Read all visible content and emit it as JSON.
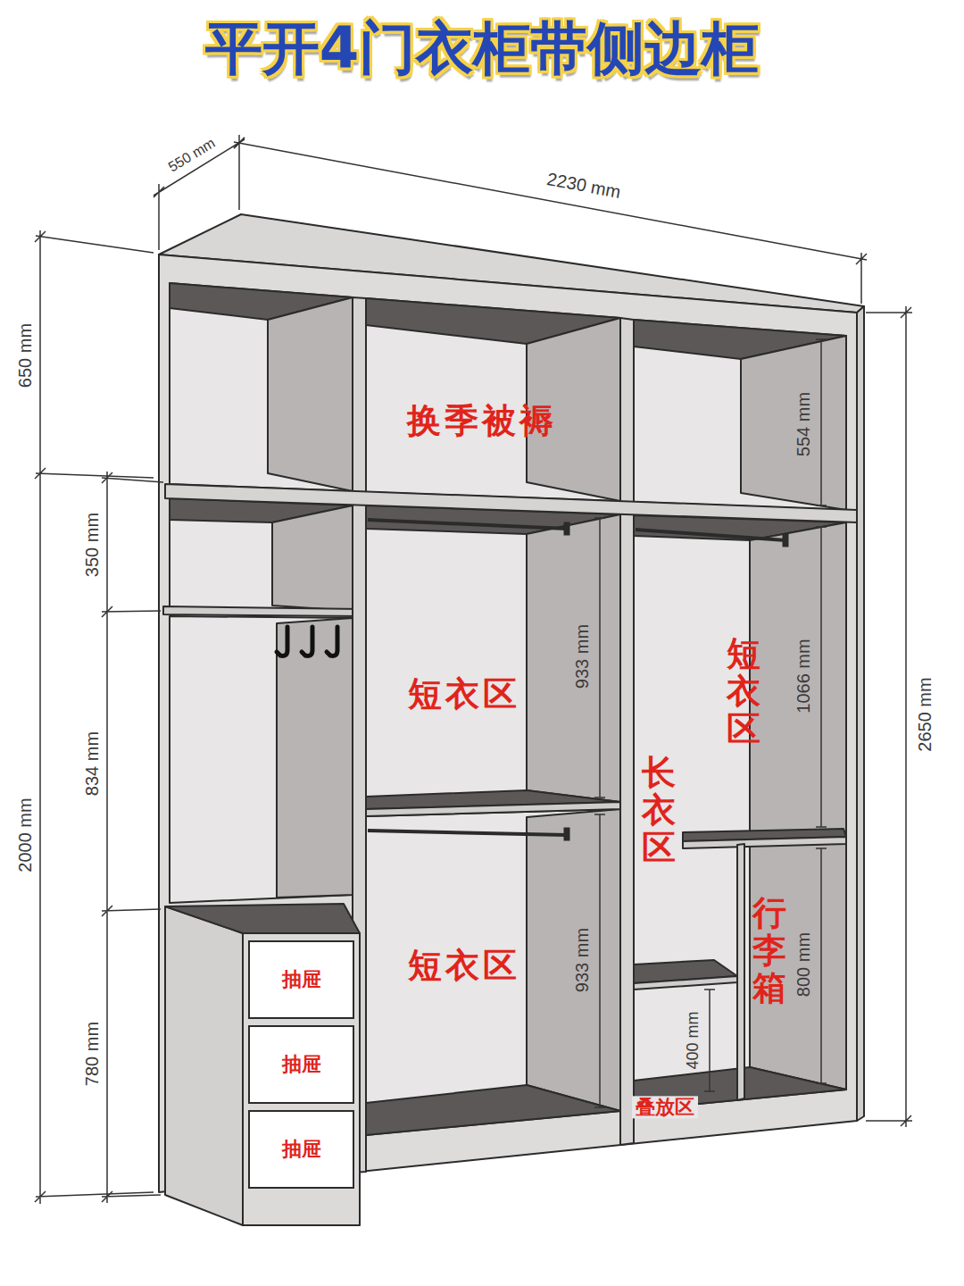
{
  "diagram": {
    "title": "平开4门衣柜带侧边柜",
    "nodes": [
      {
        "text": [
          "抽屉"
        ]
      },
      {
        "text": [
          "抽屉"
        ]
      },
      {
        "text": [
          "抽屉"
        ]
      }
    ],
    "labels": [
      "550 mm",
      "2230 mm",
      "650 mm",
      "350 mm",
      "834 mm",
      "2000 mm",
      "780 mm",
      "2650 mm",
      "554 mm",
      "933 mm",
      "933 mm",
      "1066 mm",
      "800 mm",
      "400 mm",
      "换季被褥",
      "短衣区",
      "短衣区",
      "短衣区",
      "长衣区",
      "行李箱",
      "叠放区"
    ]
  }
}
